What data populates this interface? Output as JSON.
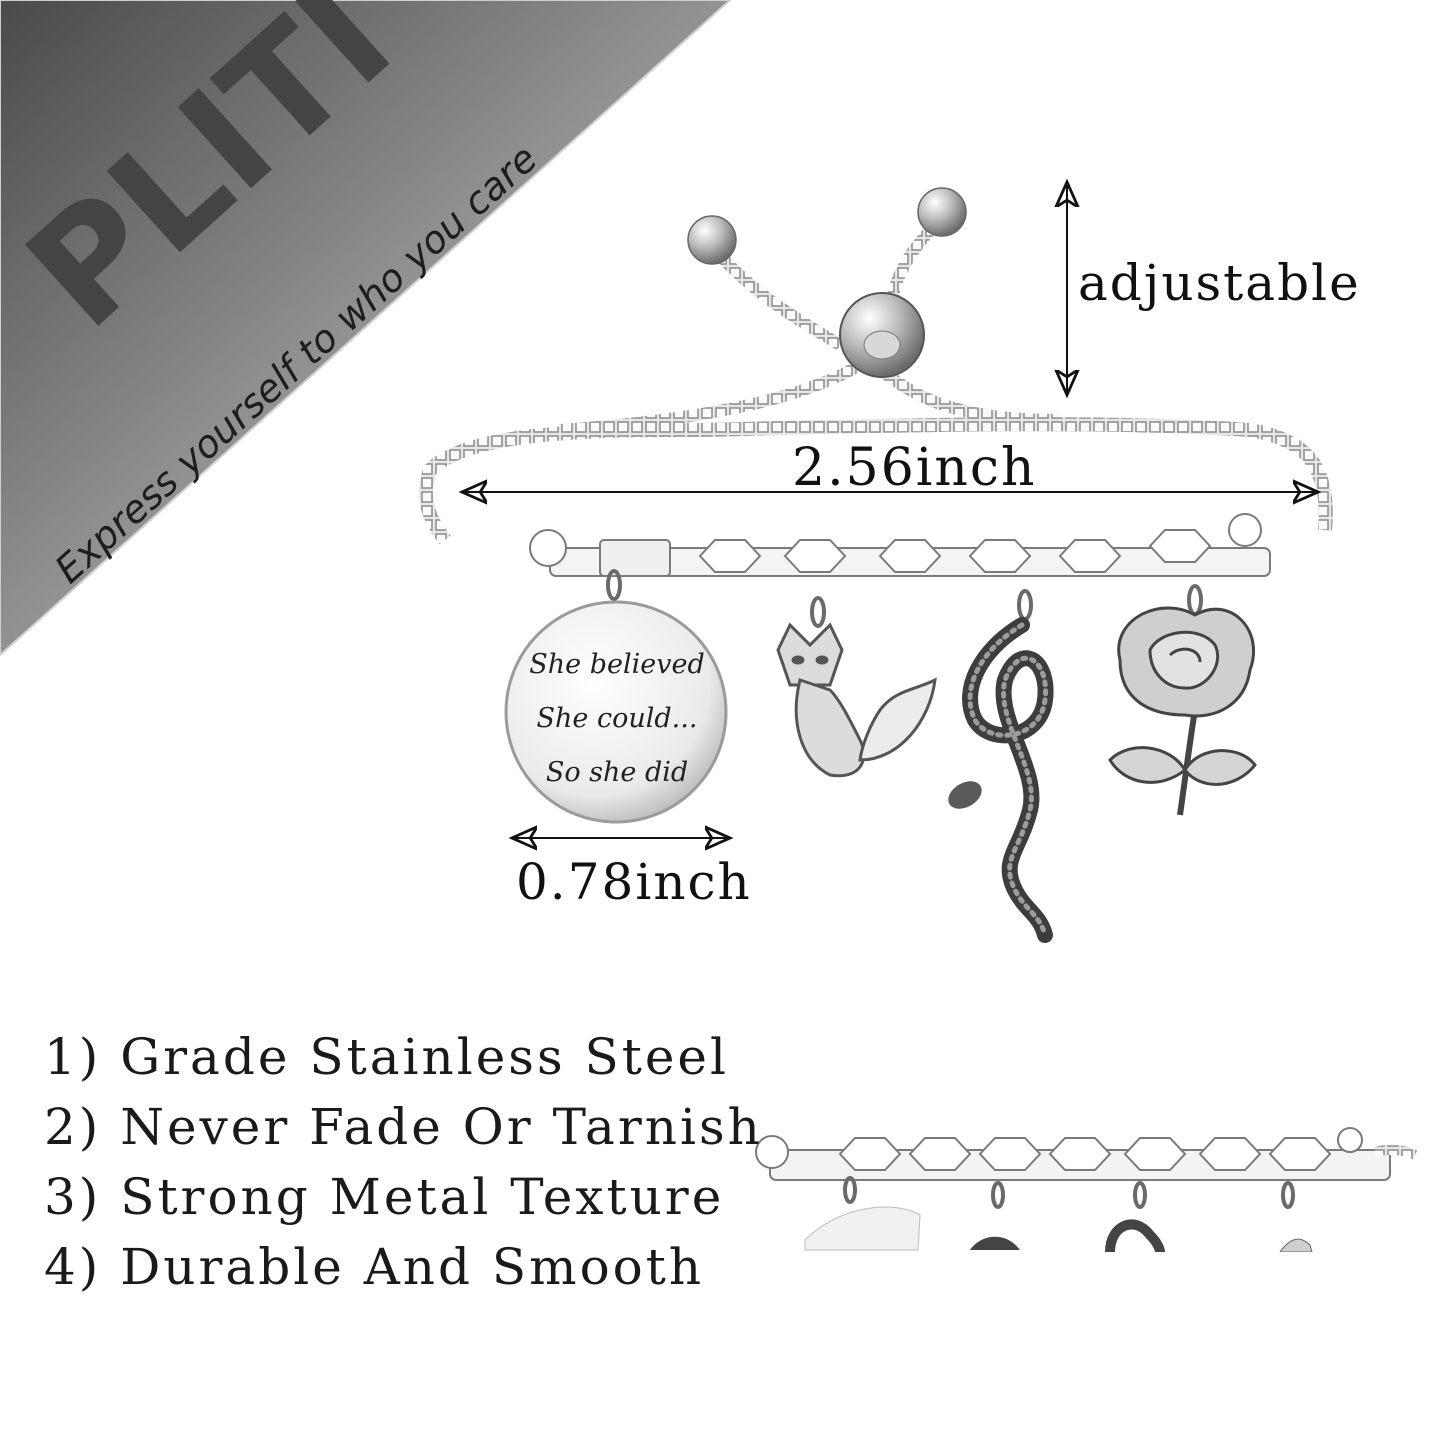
{
  "banner": {
    "brand": "PLITI",
    "slogan": "Express yourself to who you care"
  },
  "dimensions": {
    "adjustable_label": "adjustable",
    "width_label": "2.56inch",
    "pendant_label": "0.78inch"
  },
  "pendant": {
    "lines": [
      "She believed",
      "She could...",
      "So she did"
    ]
  },
  "features": [
    "1) Grade Stainless Steel",
    "2) Never Fade Or Tarnish",
    "3) Strong Metal Texture",
    "4) Durable And Smooth"
  ],
  "colors": {
    "banner_dark": "#555555",
    "banner_light": "#e4e4e4",
    "silver": "#c9c9c9",
    "silver_dark": "#7a7a7a",
    "ink": "#111111"
  },
  "icons": [
    "fox-charm-icon",
    "snake-charm-icon",
    "rose-charm-icon",
    "double-arrow-icon"
  ]
}
